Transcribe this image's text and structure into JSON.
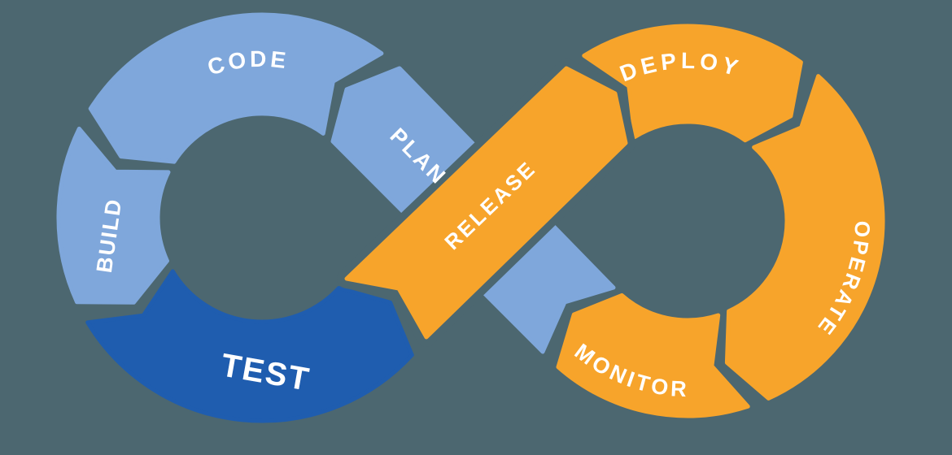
{
  "diagram": {
    "segments": [
      {
        "id": "plan",
        "label": "PLAN",
        "color": "#7FA7DB"
      },
      {
        "id": "code",
        "label": "CODE",
        "color": "#7FA7DB"
      },
      {
        "id": "build",
        "label": "BUILD",
        "color": "#7FA7DB"
      },
      {
        "id": "test",
        "label": "TEST",
        "color": "#1F5DAF"
      },
      {
        "id": "release",
        "label": "RELEASE",
        "color": "#F7A42B"
      },
      {
        "id": "deploy",
        "label": "DEPLOY",
        "color": "#F7A42B"
      },
      {
        "id": "operate",
        "label": "OPERATE",
        "color": "#F7A42B"
      },
      {
        "id": "monitor",
        "label": "MONITOR",
        "color": "#F7A42B"
      }
    ],
    "colors": {
      "background": "#4C6770",
      "light_blue": "#7FA7DB",
      "dark_blue": "#1F5DAF",
      "orange": "#F7A42B",
      "label_text": "#FFFFFF"
    }
  }
}
